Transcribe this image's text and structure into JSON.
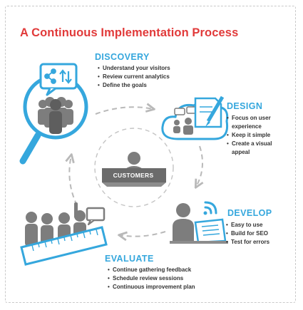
{
  "title": "A Continuous Implementation Process",
  "center": {
    "label": "CUSTOMERS"
  },
  "stages": [
    {
      "id": "discovery",
      "heading": "DISCOVERY",
      "items": [
        "Understand your visitors",
        "Review current analytics",
        "Define the goals"
      ]
    },
    {
      "id": "design",
      "heading": "DESIGN",
      "items": [
        "Focus on user experience",
        "Keep it simple",
        "Create a visual appeal"
      ]
    },
    {
      "id": "develop",
      "heading": "DEVELOP",
      "items": [
        "Easy to use",
        "Build for SEO",
        "Test for errors"
      ]
    },
    {
      "id": "evaluate",
      "heading": "EVALUATE",
      "items": [
        "Continue gathering feedback",
        "Schedule review sessions",
        "Continuous improvement plan"
      ]
    }
  ],
  "colors": {
    "title": "#e13a3a",
    "accent": "#35a7dd",
    "figure": "#7d7d7d",
    "cycle": "#b9b9b9"
  },
  "icons": [
    "magnifier-icon",
    "share-icon",
    "transfer-icon",
    "cloud-icon",
    "document-icon",
    "pencil-icon",
    "person-laptop-icon",
    "wifi-icon",
    "ruler-icon",
    "crowd-icon",
    "speech-bubble-icon",
    "customer-icon"
  ]
}
